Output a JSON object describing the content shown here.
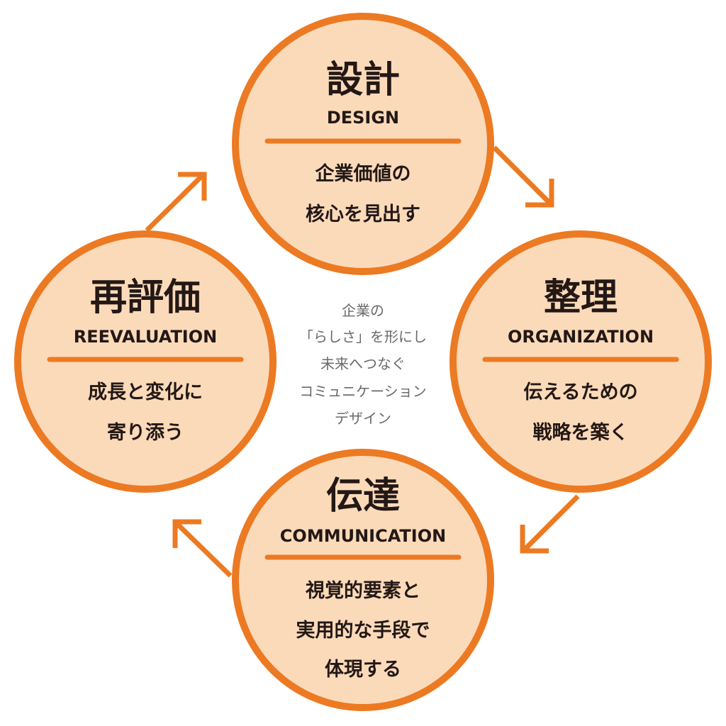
{
  "center_text": [
    "企業の",
    "「らしさ」を形にし",
    "未来へつなぐ",
    "コミュニケーション",
    "デザイン"
  ],
  "stages": [
    {
      "title": "設計",
      "english": "DESIGN",
      "lines": [
        "企業価値の",
        "核心を見出す"
      ]
    },
    {
      "title": "整理",
      "english": "ORGANIZATION",
      "lines": [
        "伝えるための",
        "戦略を築く"
      ]
    },
    {
      "title": "伝達",
      "english": "COMMUNICATION",
      "lines": [
        "視覚的要素と",
        "実用的な手段で",
        "体現する"
      ]
    },
    {
      "title": "再評価",
      "english": "REEVALUATION",
      "lines": [
        "成長と変化に",
        "寄り添う"
      ]
    }
  ],
  "colors": {
    "accent": "#EC7A23",
    "fill": "#FBDABA",
    "text": "#231815"
  }
}
